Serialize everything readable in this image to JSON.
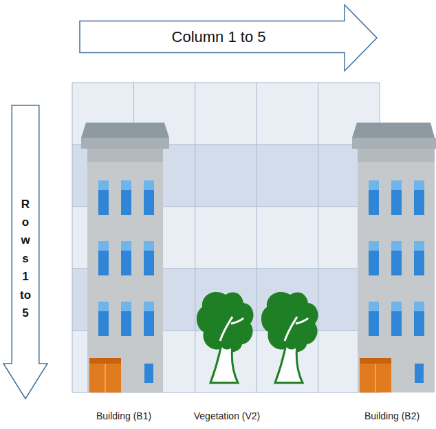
{
  "diagram": {
    "nodes": [
      {
        "text": [
          "Column 1 to 5"
        ]
      },
      {
        "text": [
          "Rows 1 to 5"
        ]
      }
    ],
    "labels": [
      "Building (B1)",
      "Vegetation (V2)",
      "Building (B2)"
    ]
  }
}
